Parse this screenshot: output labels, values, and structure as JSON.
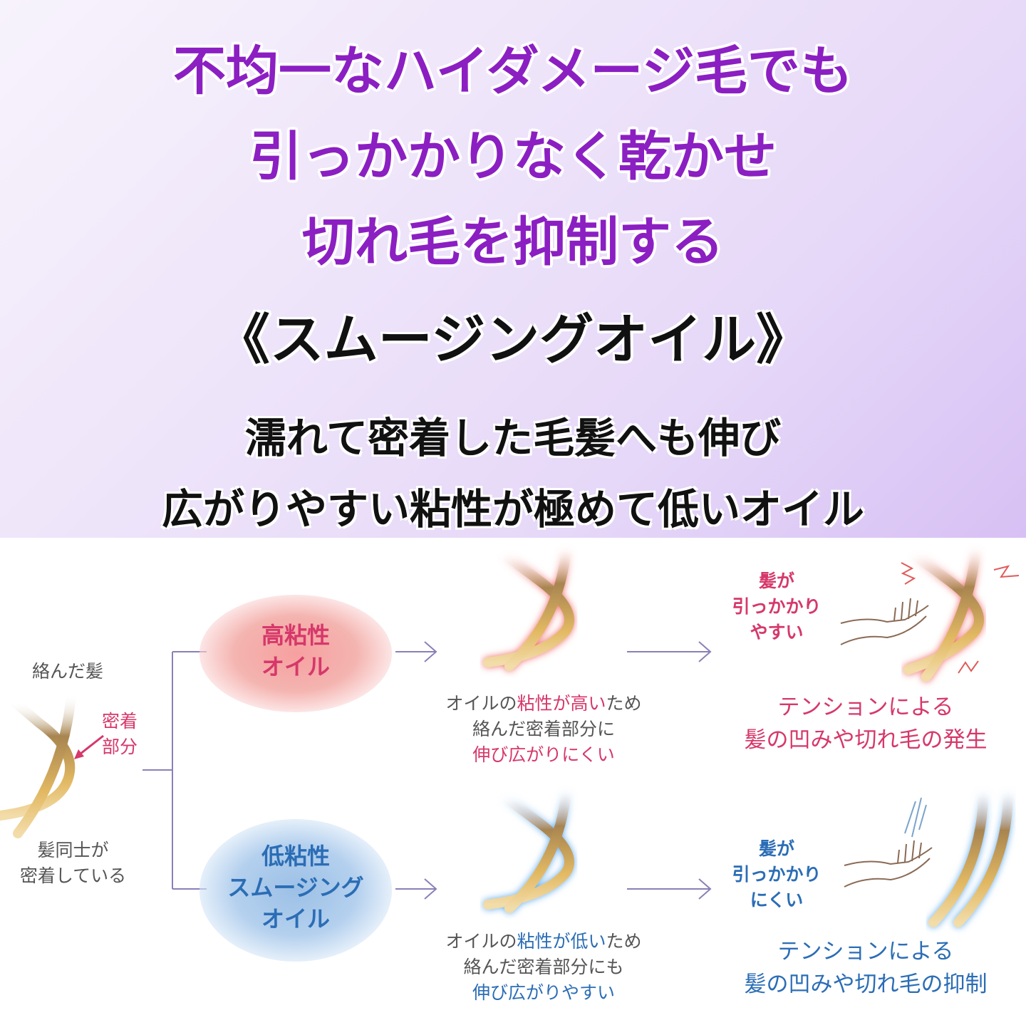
{
  "header": {
    "title_lines": [
      "不均一なハイダメージ毛でも",
      "引っかかりなく乾かせ",
      "切れ毛を抑制する"
    ],
    "product": "《スムージングオイル》",
    "subtitle_lines": [
      "濡れて密着した毛髪へも伸び",
      "広がりやすい粘性が極めて低いオイル"
    ]
  },
  "diagram": {
    "start": {
      "label_top": "絡んだ髪",
      "contact_label": [
        "密着",
        "部分"
      ],
      "label_bottom": [
        "髪同士が",
        "密着している"
      ]
    },
    "high": {
      "oil_label": [
        "高粘性",
        "オイル"
      ],
      "explain": {
        "line1_pre": "オイルの",
        "line1_hl": "粘性が高い",
        "line1_post": "ため",
        "line2": "絡んだ密着部分に",
        "line3": "伸び広がりにくい"
      },
      "result_label": [
        "髪が",
        "引っかかり",
        "やすい"
      ],
      "outcome": [
        "テンションによる",
        "髪の凹みや切れ毛の発生"
      ]
    },
    "low": {
      "oil_label": [
        "低粘性",
        "スムージング",
        "オイル"
      ],
      "explain": {
        "line1_pre": "オイルの",
        "line1_hl": "粘性が低い",
        "line1_post": "ため",
        "line2": "絡んだ密着部分にも",
        "line3": "伸び広がりやすい"
      },
      "result_label": [
        "髪が",
        "引っかかり",
        "にくい"
      ],
      "outcome": [
        "テンションによる",
        "髪の凹みや切れ毛の抑制"
      ]
    }
  },
  "colors": {
    "title": "#8b1fc2",
    "red": "#d6386a",
    "blue": "#2b6db5",
    "connector": "#8a80b8",
    "hair": "#d9b060"
  }
}
